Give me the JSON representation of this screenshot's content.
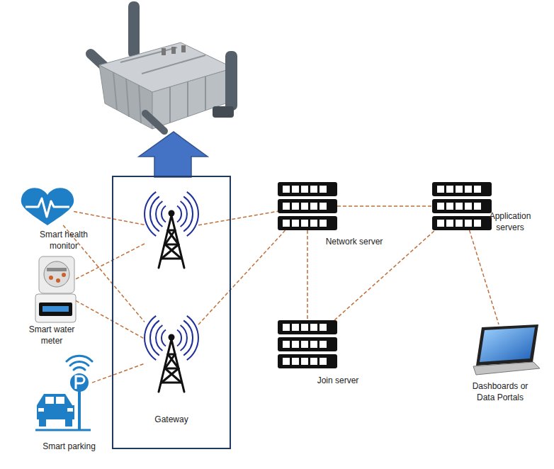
{
  "diagram": {
    "nodes": [
      {
        "text": [
          "Smart health monitor"
        ]
      },
      {
        "text": [
          "Smart water meter"
        ]
      },
      {
        "text": [
          "Smart parking"
        ]
      },
      {
        "text": [
          "Gateway"
        ]
      },
      {
        "text": [
          "Network server"
        ]
      },
      {
        "text": [
          "Join server"
        ]
      },
      {
        "text": [
          "Application servers"
        ]
      },
      {
        "text": [
          "Dashboards or Data Portals"
        ]
      }
    ],
    "edges": [
      {
        "from": 0,
        "to": 3,
        "arrow": "none"
      },
      {
        "from": 0,
        "to": 3,
        "arrow": "none"
      },
      {
        "from": 1,
        "to": 3,
        "arrow": "none"
      },
      {
        "from": 1,
        "to": 3,
        "arrow": "none"
      },
      {
        "from": 2,
        "to": 3,
        "arrow": "none"
      },
      {
        "from": 3,
        "to": 4,
        "arrow": "none"
      },
      {
        "from": 3,
        "to": 4,
        "arrow": "none"
      },
      {
        "from": 4,
        "to": 5,
        "arrow": "none"
      },
      {
        "from": 4,
        "to": 6,
        "arrow": "none"
      },
      {
        "from": 5,
        "to": 6,
        "arrow": "none"
      },
      {
        "from": 6,
        "to": 7,
        "arrow": "none"
      }
    ]
  }
}
